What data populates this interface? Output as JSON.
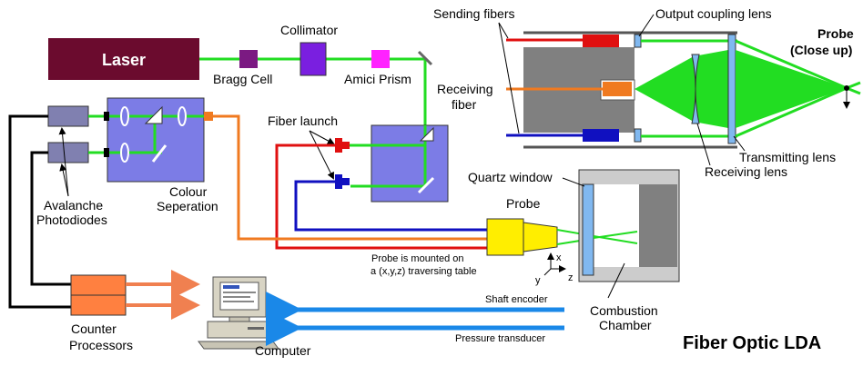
{
  "title": "Fiber Optic LDA",
  "labels": {
    "laser": "Laser",
    "bragg_cell": "Bragg Cell",
    "collimator": "Collimator",
    "amici_prism": "Amici Prism",
    "fiber_launch": "Fiber launch",
    "avalanche_1": "Avalanche",
    "avalanche_2": "Photodiodes",
    "colour_1": "Colour",
    "colour_2": "Seperation",
    "counter_1": "Counter",
    "counter_2": "Processors",
    "computer": "Computer",
    "probe": "Probe",
    "probe_note_1": "Probe is mounted on",
    "probe_note_2": "a (x,y,z) traversing table",
    "quartz_window": "Quartz window",
    "combustion_1": "Combustion",
    "combustion_2": "Chamber",
    "shaft_encoder": "Shaft encoder",
    "pressure_transducer": "Pressure transducer",
    "sending_fibers": "Sending fibers",
    "output_coupling_lens": "Output coupling lens",
    "probe_closeup_1": "Probe",
    "probe_closeup_2": "(Close up)",
    "receiving_fiber_1": "Receiving",
    "receiving_fiber_2": "fiber",
    "transmitting_lens": "Transmitting lens",
    "receiving_lens": "Receiving lens",
    "axis_x": "x",
    "axis_y": "y",
    "axis_z": "z"
  },
  "colors": {
    "laser": "#6b0b2e",
    "bragg": "#7b1a82",
    "collimator": "#7a1fe0",
    "amici": "#ff22ff",
    "optics_box": "#7c7ce6",
    "photodiode": "#8080b0",
    "counter": "#ff8040",
    "green_beam": "#22dd22",
    "red_fiber": "#e01010",
    "blue_fiber": "#1010c0",
    "orange_fiber": "#f07a20",
    "probe_yellow": "#ffee00",
    "window_blue": "#80b8f0",
    "chamber_gray": "#808080",
    "signal_blue": "#1a88e8"
  }
}
